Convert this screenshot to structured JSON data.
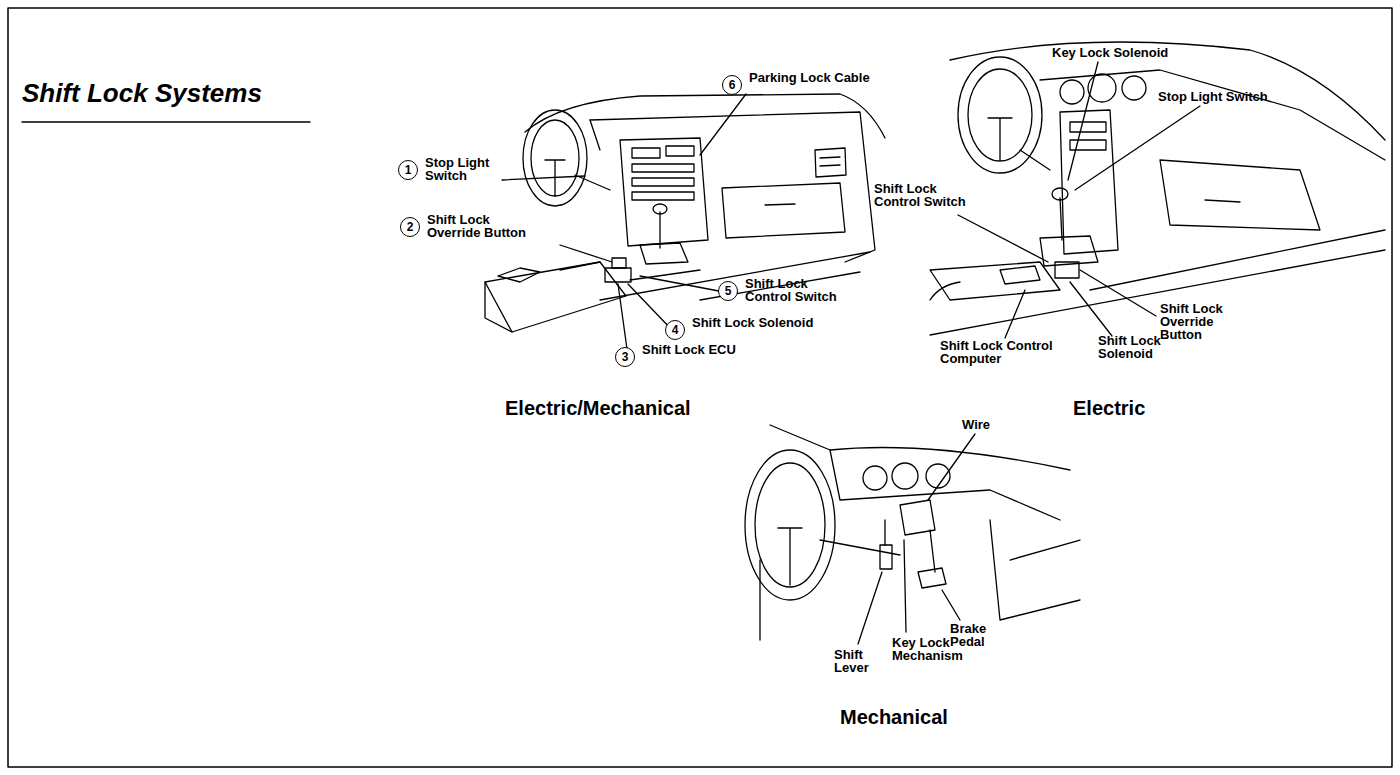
{
  "diagram": {
    "title": "Shift Lock Systems",
    "nodes": [
      {
        "text": [
          "6",
          "Parking Lock Cable"
        ]
      },
      {
        "text": [
          "1",
          "Stop Light Switch"
        ]
      },
      {
        "text": [
          "2",
          "Shift Lock Override Button"
        ]
      },
      {
        "text": [
          "5",
          "Shift Lock Control Switch"
        ]
      },
      {
        "text": [
          "4",
          "Shift Lock Solenoid"
        ]
      },
      {
        "text": [
          "3",
          "Shift Lock ECU"
        ]
      }
    ],
    "labels": [
      "Electric/Mechanical",
      "Key Lock Solenoid",
      "Stop Light Switch",
      "Shift Lock Control Switch",
      "Shift Lock Override Button",
      "Shift Lock Control Computer",
      "Shift Lock Solenoid",
      "Electric",
      "Wire",
      "Shift Lever",
      "Key Lock Mechanism",
      "Brake Pedal",
      "Mechanical"
    ]
  }
}
